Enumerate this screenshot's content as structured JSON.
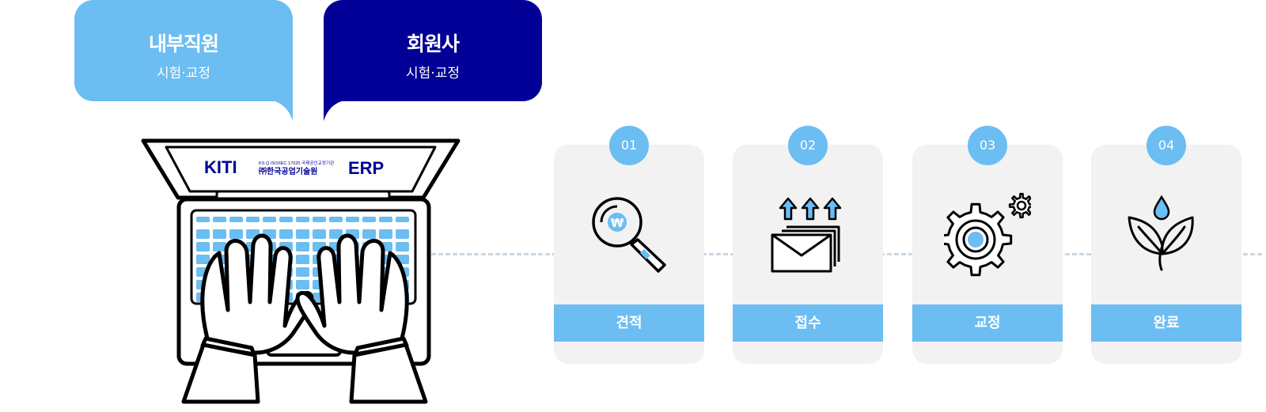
{
  "bubbles": {
    "internal": {
      "title": "내부직원",
      "subtitle": "시험·교정"
    },
    "member": {
      "title": "회원사",
      "subtitle": "시험·교정"
    }
  },
  "screen": {
    "logo": "KITI",
    "cert": "KS Q ISO/IEC 17025 국제공인교정기관",
    "company": "㈜한국공업기술원",
    "system": "ERP"
  },
  "steps": [
    {
      "number": "01",
      "label": "견적",
      "icon": "magnifier-won-icon"
    },
    {
      "number": "02",
      "label": "접수",
      "icon": "envelope-upload-icon"
    },
    {
      "number": "03",
      "label": "교정",
      "icon": "gear-icon"
    },
    {
      "number": "04",
      "label": "완료",
      "icon": "sprout-icon"
    }
  ],
  "colors": {
    "light_blue": "#6bbdf2",
    "navy": "#020096",
    "card_bg": "#f2f2f2",
    "dash": "#c8d7e4"
  }
}
